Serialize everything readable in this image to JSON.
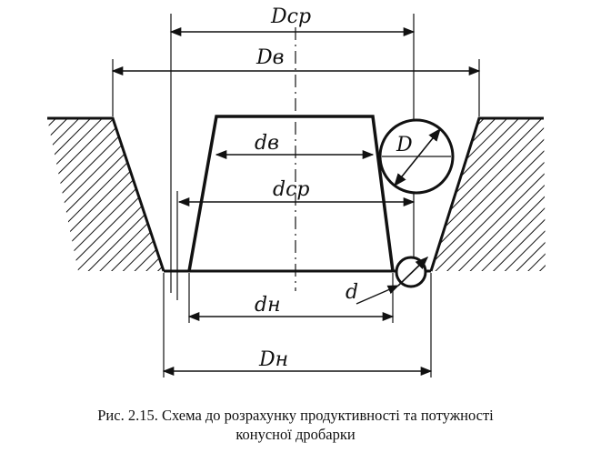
{
  "labels": {
    "d_avg_outer": "Dср",
    "d_top_outer": "Dв",
    "d_top_inner": "dв",
    "d_avg_inner": "dср",
    "d_bottom_inner": "dн",
    "d_bottom_outer": "Dн",
    "lump_large": "D",
    "lump_small": "d"
  },
  "caption": {
    "line1": "Рис. 2.15. Схема до розрахунку продуктивності та потужності",
    "line2": "конусної дробарки"
  }
}
